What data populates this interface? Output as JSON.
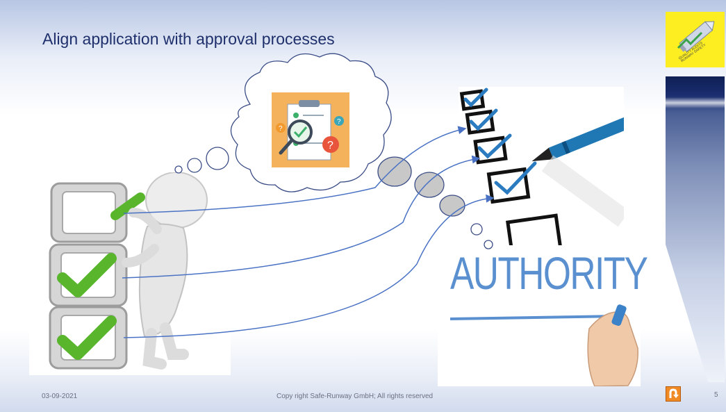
{
  "slide": {
    "title": "Align application with approval processes",
    "authority_word": "AUTHORITY",
    "footer": {
      "date": "03-09-2021",
      "copyright": "Copy right Safe-Runway GmbH; All rights reserved",
      "page_number": "5"
    },
    "logo": {
      "text": "QUALITY AUDITS RUNWAY SAFETY"
    },
    "colors": {
      "title": "#1f2f6b",
      "accent_yellow": "#fcee21",
      "arrow_blue": "#4a72c4",
      "check_green": "#5cb82f",
      "authority_blue": "#5a90cf",
      "return_orange": "#f08a24"
    },
    "icons": [
      "checkbox-stack-icon",
      "thinking-figure-icon",
      "thought-cloud-icon",
      "clipboard-magnifier-icon",
      "checklist-pen-icon",
      "hand-marker-icon",
      "return-arrow-icon"
    ]
  }
}
